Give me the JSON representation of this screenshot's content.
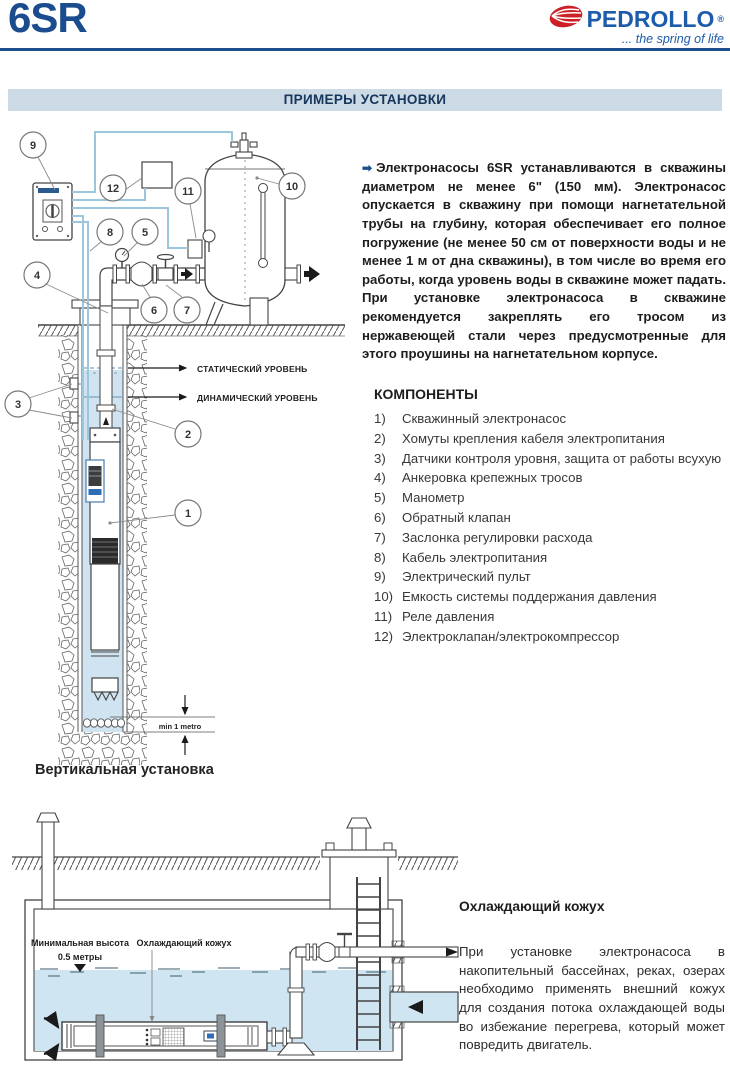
{
  "header": {
    "model": "6SR",
    "brand": "PEDROLLO",
    "reg": "®",
    "tagline": "... the spring of life"
  },
  "icons": {
    "intro_arrow": "➡"
  },
  "section_title": "ПРИМЕРЫ УСТАНОВКИ",
  "intro_text": "Электронасосы 6SR устанавливаются в скважины диаметром не менее 6\" (150 мм). Электронасос опускается в скважину при помощи нагнетательной трубы на глубину, которая обеспечивает его полное погружение (не менее 50 см от поверхности воды и не менее 1 м от дна скважины), в том числе во время его работы, когда уровень воды в скважине может падать. При установке электронасоса в скважине рекомендуется закреплять его тросом из нержавеющей стали через предусмотренные для этого проушины на нагнетательном корпусе.",
  "components": {
    "title": "КОМПОНЕНТЫ",
    "items": [
      {
        "num": "1)",
        "label": "Скважинный электронасос"
      },
      {
        "num": "2)",
        "label": "Хомуты крепления кабеля электропитания"
      },
      {
        "num": "3)",
        "label": "Датчики контроля уровня, защита от работы всухую"
      },
      {
        "num": "4)",
        "label": "Анкеровка крепежных тросов"
      },
      {
        "num": "5)",
        "label": "Манометр"
      },
      {
        "num": "6)",
        "label": "Обратный клапан"
      },
      {
        "num": "7)",
        "label": "Заслонка регулировки расхода"
      },
      {
        "num": "8)",
        "label": "Кабель электропитания"
      },
      {
        "num": "9)",
        "label": "Электрический пульт"
      },
      {
        "num": "10)",
        "label": "Емкость системы поддержания давления"
      },
      {
        "num": "11)",
        "label": "Реле давления"
      },
      {
        "num": "12)",
        "label": "Электроклапан/электрокомпрессор"
      }
    ]
  },
  "vertical_diagram": {
    "caption": "Вертикальная установка",
    "static_level_label": "СТАТИЧЕСКИЙ УРОВЕНЬ",
    "dynamic_level_label": "ДИНАМИЧЕСКИЙ УРОВЕНЬ",
    "min_depth_label": "min 1 metro",
    "callouts": {
      "c1": "1",
      "c2": "2",
      "c3": "3",
      "c4": "4",
      "c5": "5",
      "c6": "6",
      "c7": "7",
      "c8": "8",
      "c9": "9",
      "c10": "10",
      "c11": "11",
      "c12": "12"
    }
  },
  "cooling_section": {
    "heading": "Охлаждающий кожух",
    "body": "При установке электронасоса в накопительный бассейнах, реках, озерах необходимо применять внешний кожух для создания потока охлаждающей воды во избежание перегрева, который может повредить двигатель.",
    "min_height_label_line1": "Минимальная высота",
    "min_height_label_line2": "0.5 метры",
    "jacket_label": "Охлаждающий кожух"
  },
  "colors": {
    "brand_blue": "#1a4e8e",
    "logo_red": "#cc2027",
    "title_bar_bg": "#cbdae4",
    "water": "#cfe4f0"
  }
}
